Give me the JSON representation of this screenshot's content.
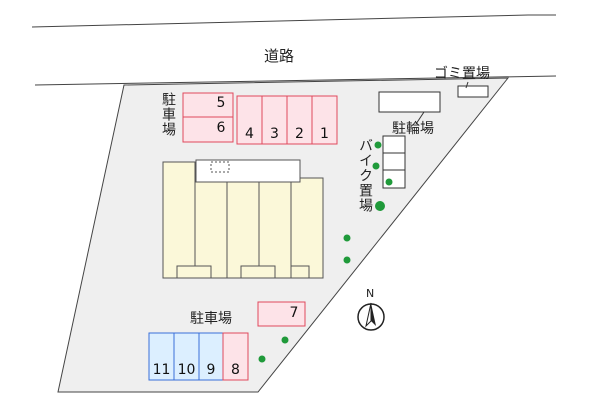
{
  "labels": {
    "road": "道路",
    "garbage": "ゴミ置場",
    "bicycle_parking": "駐輪場",
    "bike_parking": "バイク置場",
    "parking_top": "駐車場",
    "parking_bottom": "駐車場",
    "north": "N"
  },
  "parking_top_stalls": [
    "5",
    "6",
    "4",
    "3",
    "2",
    "1"
  ],
  "parking_mid_stall": "7",
  "parking_bottom_stalls": [
    "11",
    "10",
    "9",
    "8"
  ],
  "colors": {
    "lot": "#efefef",
    "building": "#fbf8d9",
    "parking_red_fill": "#fde3e8",
    "parking_red_stroke": "#e0485c",
    "parking_blue_fill": "#dcefff",
    "parking_blue_stroke": "#3a6fd8",
    "tree": "#1f9a3a"
  },
  "icons": [
    "compass-north-icon",
    "tree-icon"
  ]
}
